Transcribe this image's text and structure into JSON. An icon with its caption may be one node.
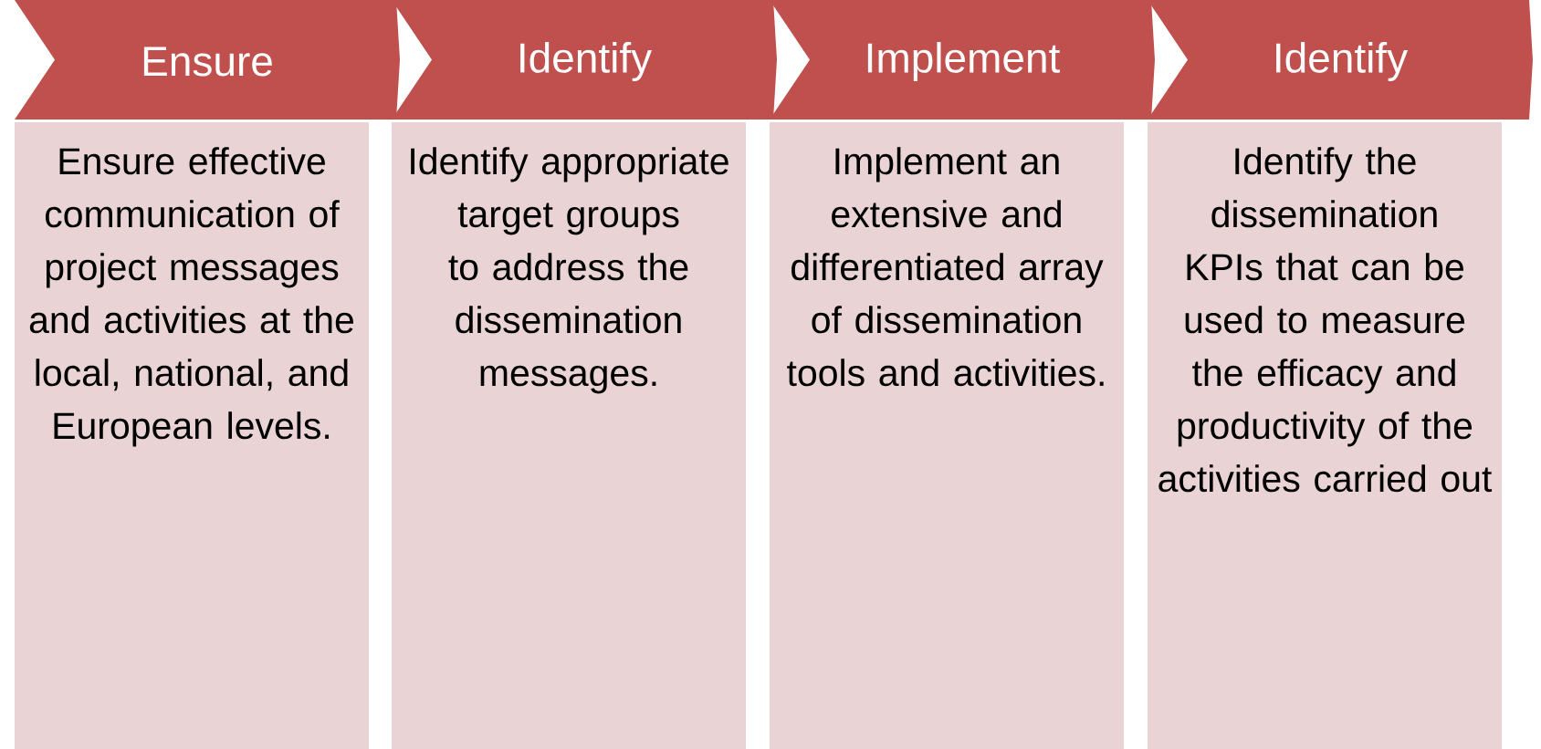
{
  "diagram": {
    "nodes": [
      {
        "text": [
          "Ensure"
        ]
      },
      {
        "text": [
          "Ensure effective communication of project messages and activities at the local, national, and European levels."
        ]
      },
      {
        "text": [
          "Identify"
        ]
      },
      {
        "text": [
          "Identify appropriate target groups to address the dissemination messages."
        ]
      },
      {
        "text": [
          "Implement"
        ]
      },
      {
        "text": [
          "Implement an extensive and differentiated array of dissemination tools and activities."
        ]
      },
      {
        "text": [
          "Identify"
        ]
      },
      {
        "text": [
          "Identify the dissemination KPIs that can be used to measure the efficacy and productivity of the activities carried out"
        ]
      }
    ]
  }
}
